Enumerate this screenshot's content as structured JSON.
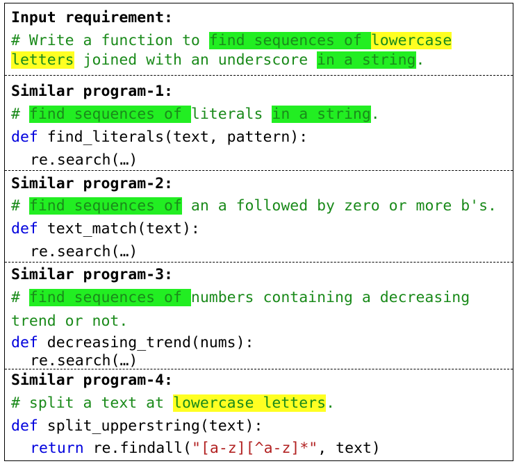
{
  "input": {
    "heading": "Input requirement:",
    "line1": [
      {
        "t": "# Write a function to ",
        "h": ""
      },
      {
        "t": "find sequences of ",
        "h": "g"
      },
      {
        "t": "lowercase",
        "h": "y"
      }
    ],
    "line2": [
      {
        "t": "letters",
        "h": "y"
      },
      {
        "t": " joined with an underscore ",
        "h": ""
      },
      {
        "t": "in a string",
        "h": "g"
      },
      {
        "t": ".",
        "h": ""
      }
    ]
  },
  "programs": [
    {
      "heading": "Similar program-1:",
      "comment": [
        {
          "t": "# ",
          "h": ""
        },
        {
          "t": "find sequences of ",
          "h": "g"
        },
        {
          "t": "literals ",
          "h": ""
        },
        {
          "t": "in a string",
          "h": "g"
        },
        {
          "t": ".",
          "h": ""
        }
      ],
      "def_kw": "def",
      "signature": " find_literals(text, pattern):",
      "body": "re.search(…)"
    },
    {
      "heading": "Similar program-2:",
      "comment": [
        {
          "t": "# ",
          "h": ""
        },
        {
          "t": "find sequences of",
          "h": "g"
        },
        {
          "t": " an a followed by zero or more b's.",
          "h": ""
        }
      ],
      "def_kw": "def",
      "signature": " text_match(text):",
      "body": "re.search(…)"
    },
    {
      "heading": "Similar program-3:",
      "comment": [
        {
          "t": "# ",
          "h": ""
        },
        {
          "t": "find sequences of ",
          "h": "g"
        },
        {
          "t": "numbers containing a decreasing",
          "h": ""
        }
      ],
      "comment2": "trend or not.",
      "def_kw": "def",
      "signature": " decreasing_trend(nums):",
      "body": "re.search(…)"
    },
    {
      "heading": "Similar program-4:",
      "comment": [
        {
          "t": "# split a text at ",
          "h": ""
        },
        {
          "t": "lowercase letters",
          "h": "y"
        },
        {
          "t": ".",
          "h": ""
        }
      ],
      "def_kw": "def",
      "signature": " split_upperstring(text):",
      "return_kw": "return",
      "return_pre": " re.findall(",
      "return_str": "\"[a-z][^a-z]*\"",
      "return_post": ", text)"
    }
  ]
}
